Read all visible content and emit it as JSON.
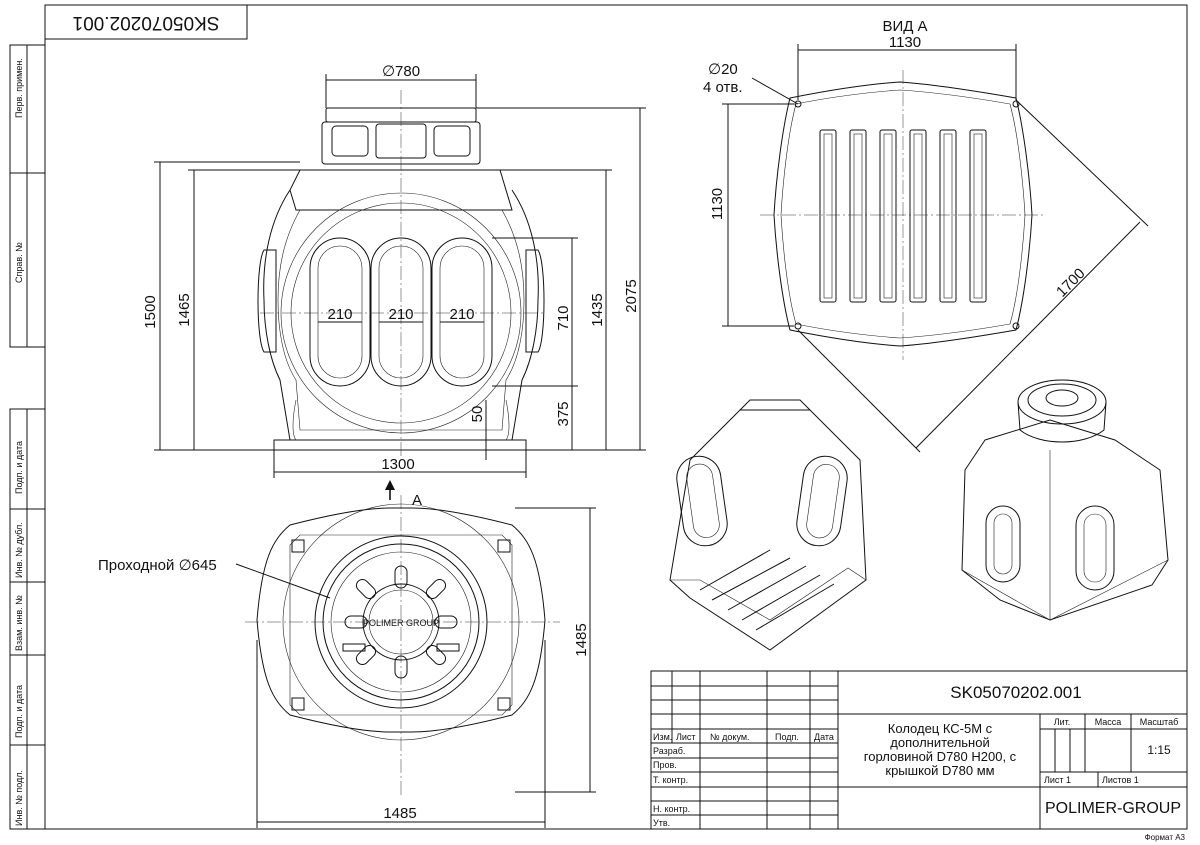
{
  "stamp_code_rotated": "SK05070202.001",
  "side_labels": {
    "perv_primen": "Перв. примен.",
    "sprav_no": "Справ. №",
    "podp_data_1": "Подп. и дата",
    "inv_dubl": "Инв. № дубл.",
    "vzam_inv": "Взам. инв. №",
    "podp_data_2": "Подп. и дата",
    "inv_podl": "Инв. № подл."
  },
  "front_view": {
    "dim_top_diameter": "∅780",
    "dim_1500": "1500",
    "dim_1465": "1465",
    "dim_210_a": "210",
    "dim_210_b": "210",
    "dim_210_c": "210",
    "dim_710": "710",
    "dim_1435": "1435",
    "dim_2075": "2075",
    "dim_50": "50",
    "dim_375": "375",
    "dim_1300": "1300"
  },
  "top_view": {
    "arrow_label": "А",
    "passage_label": "Проходной ∅645",
    "dim_1485_v": "1485",
    "dim_1485_h": "1485",
    "logo_name": "POLIMER GROUP"
  },
  "view_a": {
    "title": "ВИД А",
    "dim_1130_h": "1130",
    "dim_1130_v": "1130",
    "hole_dia": "∅20",
    "hole_count": "4 отв.",
    "dim_1700": "1700"
  },
  "title_block": {
    "doc_code": "SK05070202.001",
    "name": "Колодец КС-5М с дополнительной горловиной D780 H200, с крышкой D780 мм",
    "name_lines": [
      "Колодец КС-5М с",
      "дополнительной",
      "горловиной D780 H200, с",
      "крышкой D780 мм"
    ],
    "col_izm": "Изм.",
    "col_list": "Лист",
    "col_doc": "№ докум.",
    "col_podp": "Подп.",
    "col_data": "Дата",
    "row_razrab": "Разраб.",
    "row_prov": "Пров.",
    "row_tkontr": "Т. контр.",
    "row_nkontr": "Н. контр.",
    "row_utv": "Утв.",
    "lit_label": "Лит.",
    "massa_label": "Масса",
    "masshtab_label": "Масштаб",
    "scale": "1:15",
    "sheet_label": "Лист 1",
    "sheets_label": "Листов 1",
    "company": "POLIMER-GROUP"
  },
  "format_label": "Формат А3"
}
